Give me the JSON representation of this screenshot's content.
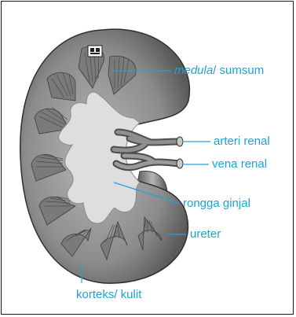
{
  "diagram": {
    "accent_color": "#1ea3d8",
    "labels": {
      "medula_term": "medula",
      "medula_rest": "/ sumsum",
      "artery": "arteri renal",
      "vein": "vena renal",
      "cavity": "rongga ginjal",
      "ureter": "ureter",
      "cortex": "korteks/  kulit"
    }
  }
}
